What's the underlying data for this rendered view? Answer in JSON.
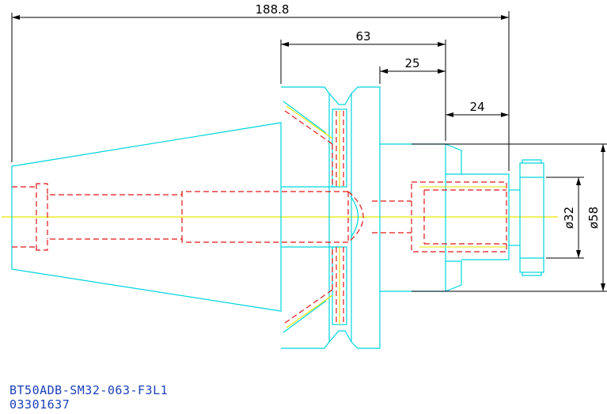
{
  "colors": {
    "outline": "#00d5dd",
    "hidden": "#e01818",
    "centerline": "#e6e600",
    "dimension": "#000000",
    "caption": "#1a3fb8"
  },
  "dimensions": {
    "overall_length": "188.8",
    "flange_to_nose": "63",
    "collar_to_nose": "25",
    "nose_length": "24",
    "bore_diameter": "ø32",
    "nose_diameter": "ø58"
  },
  "caption": {
    "part_number": "BT50ADB-SM32-063-F3L1",
    "code": "03301637"
  }
}
